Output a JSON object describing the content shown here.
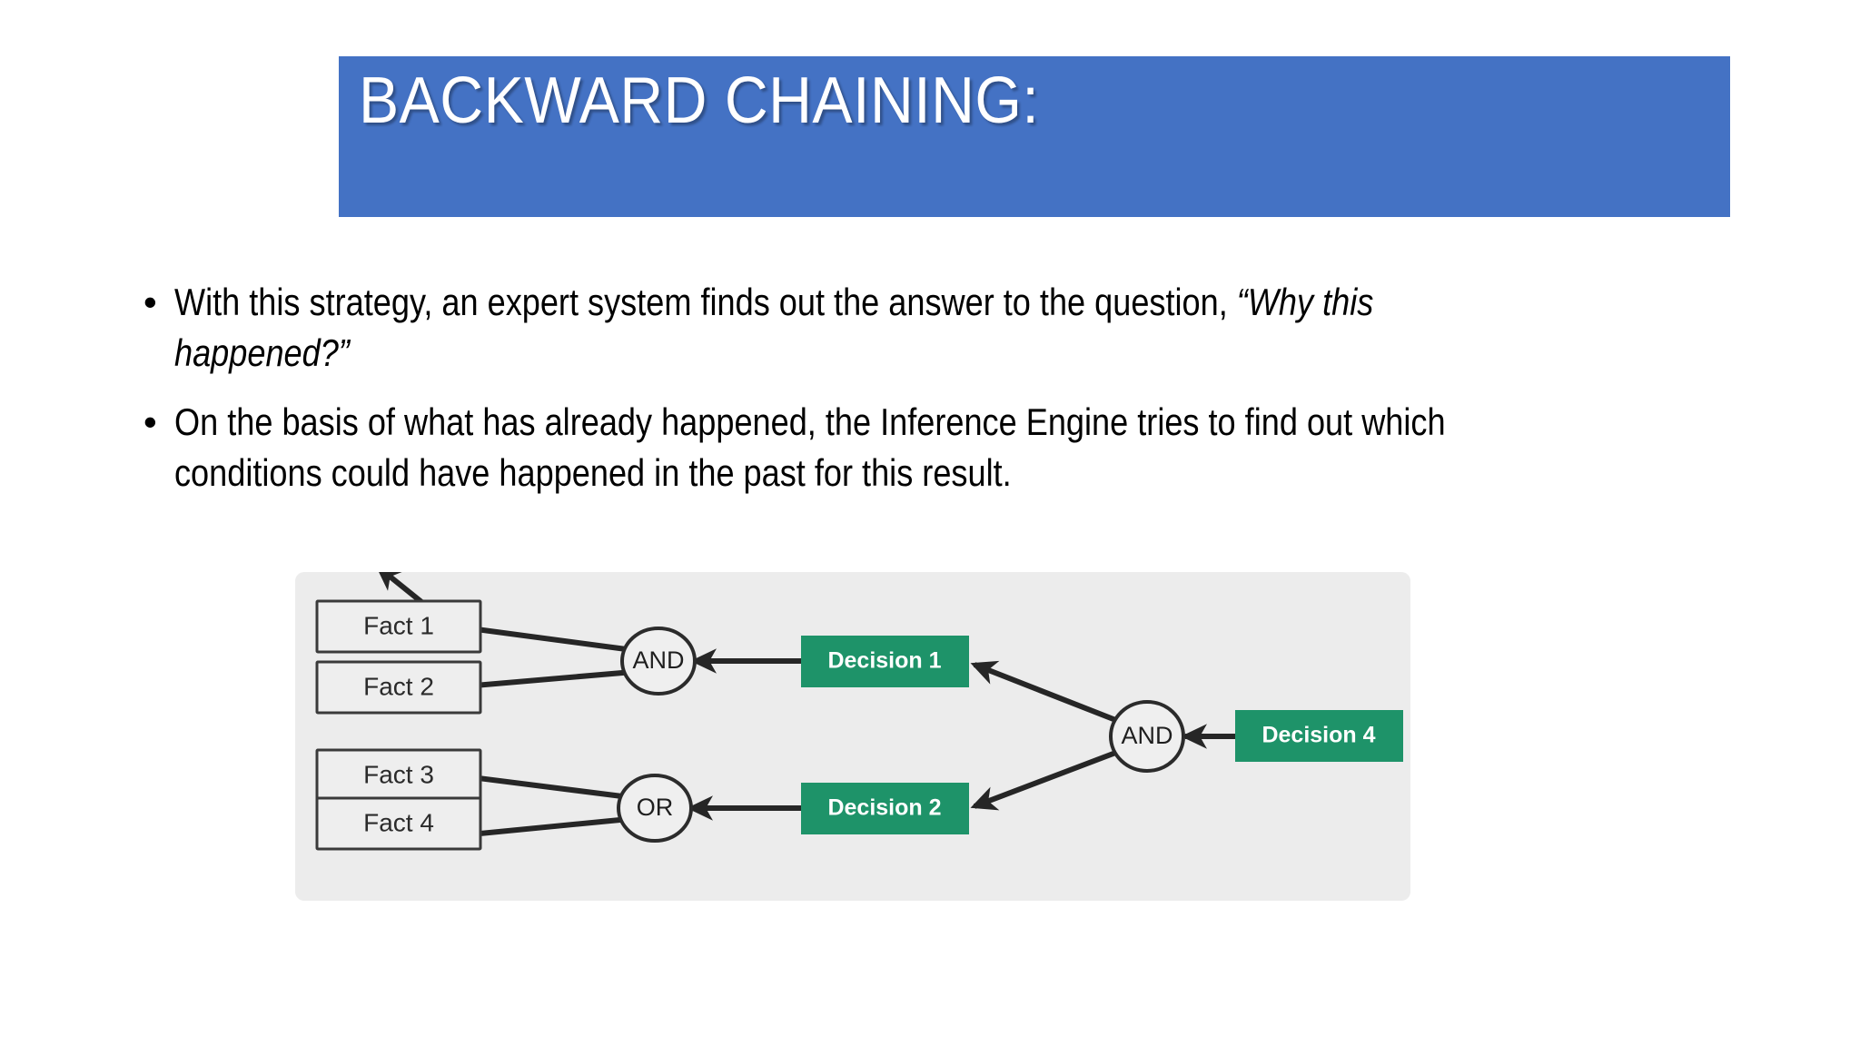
{
  "slide": {
    "title": "BACKWARD CHAINING:",
    "title_banner_color": "#4472C4",
    "background_color": "#ffffff"
  },
  "body": {
    "bullet_marker": "•",
    "bullets": [
      {
        "plain_prefix": "With this strategy, an expert system finds out the answer to the question, ",
        "italic_part": "“Why this happened?”",
        "full_text": "With this strategy, an expert system finds out the answer to the question, “Why this happened?”"
      },
      {
        "plain_prefix": "On the basis of what has already happened, the Inference Engine tries to find out which conditions could have happened in the past for this result.",
        "italic_part": "",
        "full_text": "On the basis of what has already happened, the Inference Engine tries to find out which conditions could have happened in the past for this result."
      }
    ]
  },
  "diagram": {
    "panel_color": "#ececec",
    "fact_box_fill": "#eeeeee",
    "fact_box_border": "#3a3a3a",
    "decision_color": "#1E9369",
    "gate_fill": "#efefef",
    "edge_color": "#262626",
    "facts": [
      {
        "label": "Fact 1"
      },
      {
        "label": "Fact 2"
      },
      {
        "label": "Fact 3"
      },
      {
        "label": "Fact 4"
      }
    ],
    "gates": [
      {
        "label": "AND"
      },
      {
        "label": "OR"
      },
      {
        "label": "AND"
      }
    ],
    "decisions": [
      {
        "label": "Decision 1"
      },
      {
        "label": "Decision 2"
      },
      {
        "label": "Decision 4"
      }
    ]
  }
}
